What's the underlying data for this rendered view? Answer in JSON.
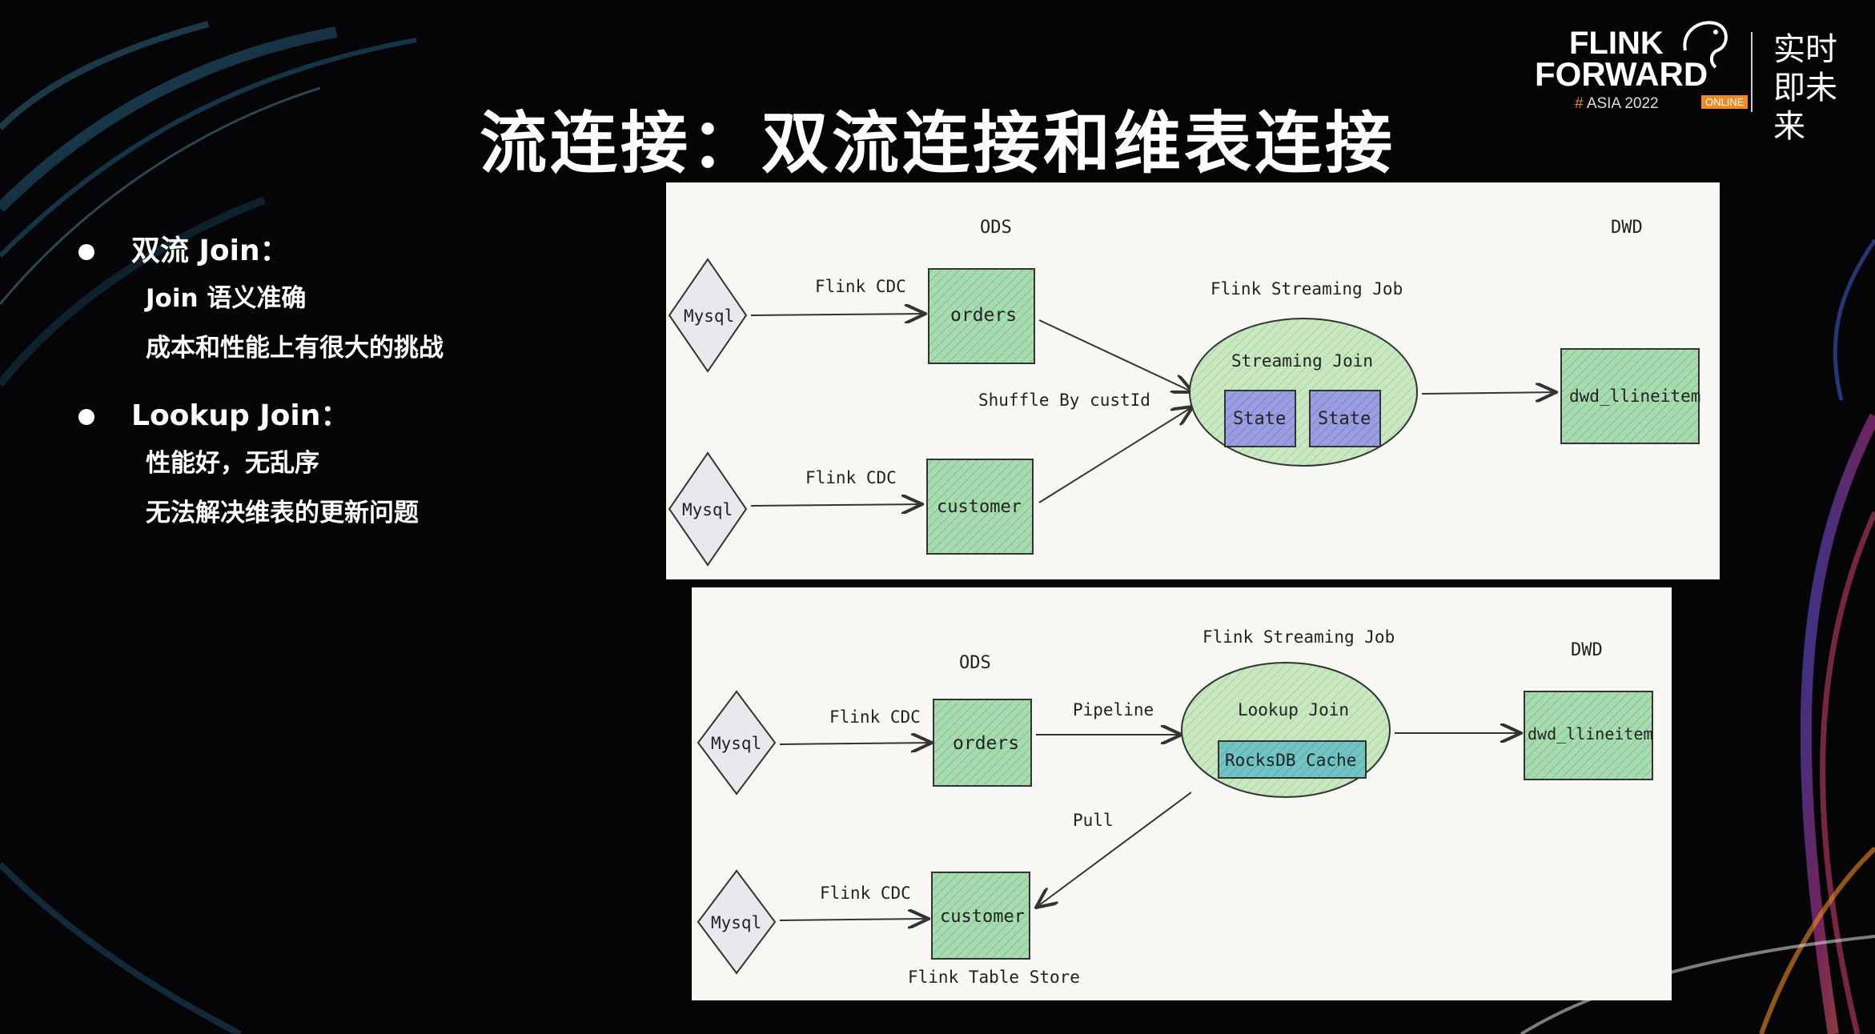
{
  "slide": {
    "title": "流连接：双流连接和维表连接"
  },
  "logo": {
    "line1": "FLINK",
    "line2": "FORWARD",
    "event_hash": "#",
    "event": "ASIA 2022",
    "badge": "ONLINE",
    "slogan": "实时即未来"
  },
  "bullets": [
    {
      "label": "双流 Join：",
      "subs": [
        "Join 语义准确",
        "成本和性能上有很大的挑战"
      ]
    },
    {
      "label": "Lookup Join：",
      "subs": [
        "性能好，无乱序",
        "无法解决维表的更新问题"
      ]
    }
  ],
  "diagram1": {
    "ods_label": "ODS",
    "dwd_label": "DWD",
    "job_label": "Flink Streaming Job",
    "mysql_top": "Mysql",
    "mysql_bottom": "Mysql",
    "cdc_top": "Flink CDC",
    "cdc_bottom": "Flink CDC",
    "orders": "orders",
    "customer": "customer",
    "shuffle": "Shuffle By custId",
    "join_label": "Streaming Join",
    "state1": "State",
    "state2": "State",
    "output": "dwd_llineitem"
  },
  "diagram2": {
    "ods_label": "ODS",
    "dwd_label": "DWD",
    "job_label": "Flink Streaming Job",
    "mysql_top": "Mysql",
    "mysql_bottom": "Mysql",
    "cdc_top": "Flink CDC",
    "cdc_bottom": "Flink CDC",
    "orders": "orders",
    "customer": "customer",
    "pipeline": "Pipeline",
    "pull": "Pull",
    "join_label": "Lookup Join",
    "cache": "RocksDB Cache",
    "output": "dwd_llineitem",
    "store_label": "Flink Table Store"
  },
  "colors": {
    "table_fill": "#a8dcb0",
    "join_fill": "#c9e8c2",
    "state_fill": "#9a9ee0",
    "cache_fill": "#72c5c2",
    "mysql_fill": "#e8e9ec",
    "orange": "#f08a24"
  }
}
